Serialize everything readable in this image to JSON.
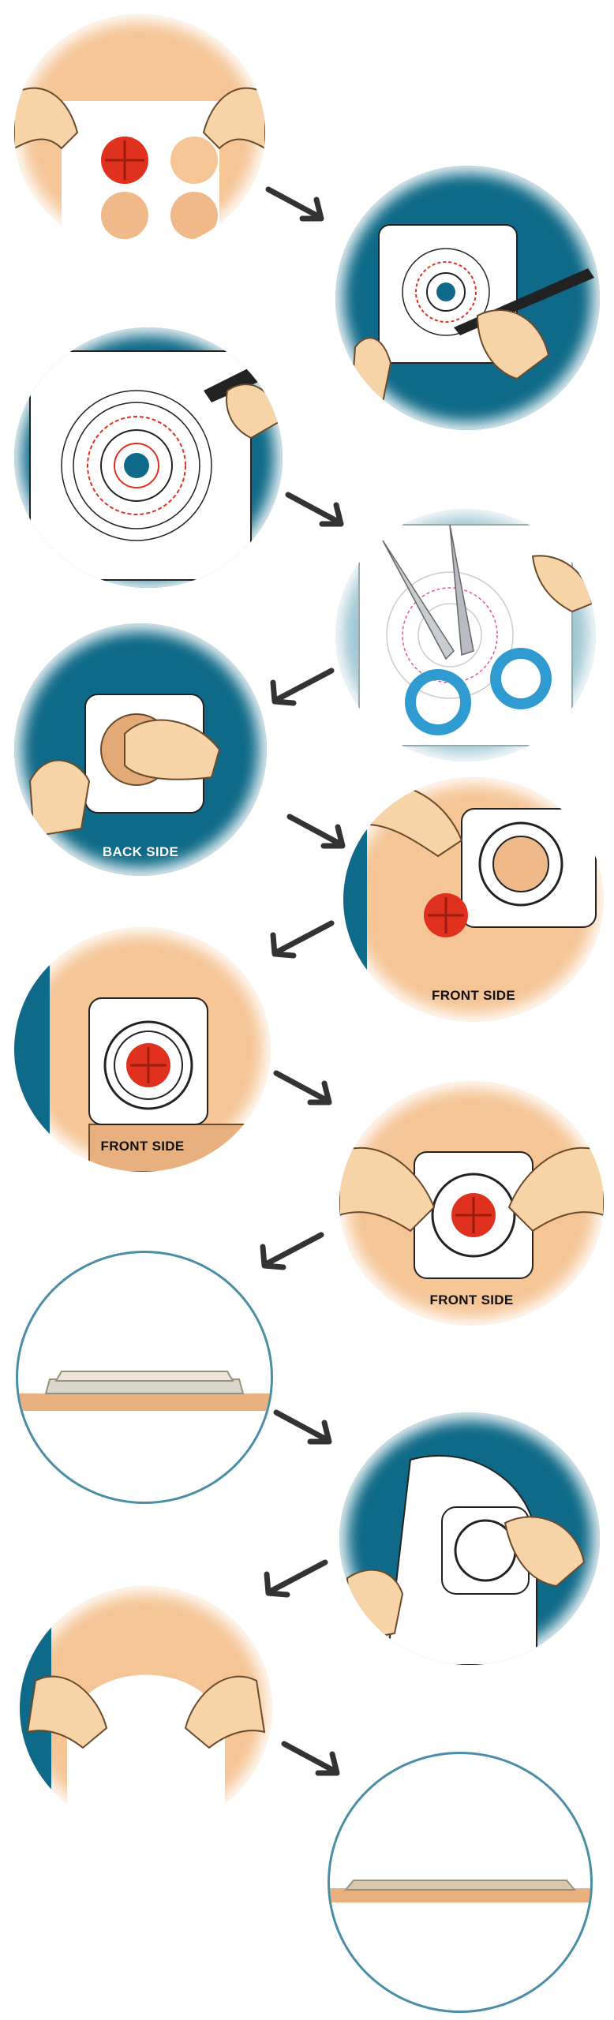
{
  "steps": [
    {
      "label": "",
      "bg": "#f5c596"
    },
    {
      "label": "",
      "bg": "#0e6a88"
    },
    {
      "label": "",
      "bg": "#0e6a88"
    },
    {
      "label": "",
      "bg": "#9fc7d4"
    },
    {
      "label": "BACK SIDE",
      "bg": "#0e6a88"
    },
    {
      "label": "FRONT SIDE",
      "bg": "#f5c596"
    },
    {
      "label": "FRONT SIDE",
      "bg": "#f5c596"
    },
    {
      "label": "FRONT SIDE",
      "bg": "#f5c596"
    },
    {
      "label": "",
      "bg": "#ffffff"
    },
    {
      "label": "",
      "bg": "#0e6a88"
    },
    {
      "label": "",
      "bg": "#f5c596"
    },
    {
      "label": "",
      "bg": "#ffffff"
    }
  ],
  "colors": {
    "teal": "#0e6a88",
    "skin": "#f5c596",
    "skin_dark": "#e8b07e",
    "stoma_red": "#e0301e",
    "scissors_blue": "#2f9bd0",
    "arrow": "#333333",
    "ring_outline": "#4a8ea6"
  }
}
